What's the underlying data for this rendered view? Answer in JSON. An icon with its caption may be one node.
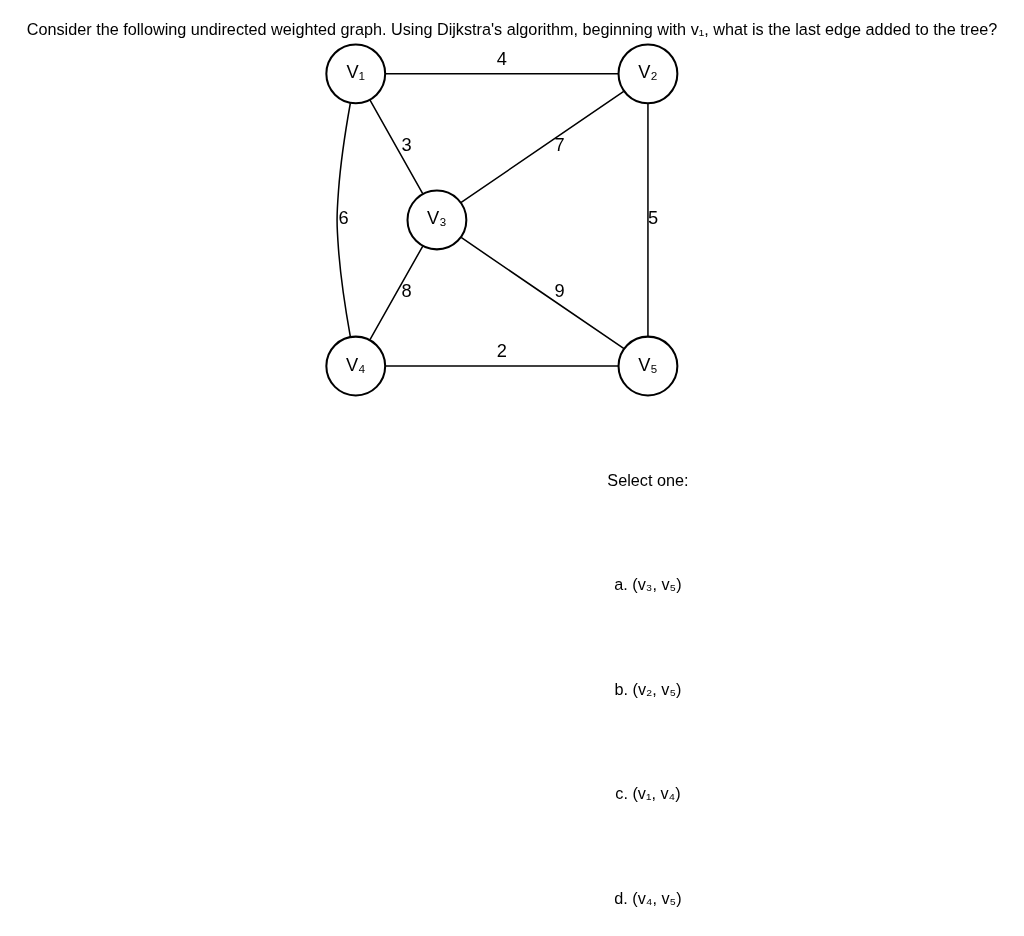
{
  "diagram": {
    "title": "Consider the following undirected weighted graph. Using Dijkstra's algorithm, beginning with v₁, what is the last edge added to the tree?",
    "nodes": [
      {
        "text": [
          "V₁"
        ]
      },
      {
        "text": [
          "V₂"
        ]
      },
      {
        "text": [
          "V₃"
        ]
      },
      {
        "text": [
          "V₄"
        ]
      },
      {
        "text": [
          "V₅"
        ]
      }
    ],
    "edges": [
      {
        "from": 0,
        "to": 1,
        "arrow": "none",
        "label": "4"
      },
      {
        "from": 0,
        "to": 2,
        "arrow": "none",
        "label": "3"
      },
      {
        "from": 0,
        "to": 3,
        "arrow": "none",
        "label": "6"
      },
      {
        "from": 1,
        "to": 2,
        "arrow": "none",
        "label": "7"
      },
      {
        "from": 1,
        "to": 4,
        "arrow": "none",
        "label": "5"
      },
      {
        "from": 2,
        "to": 3,
        "arrow": "none",
        "label": "8"
      },
      {
        "from": 2,
        "to": 4,
        "arrow": "none",
        "label": "9"
      },
      {
        "from": 3,
        "to": 4,
        "arrow": "none",
        "label": "2"
      }
    ],
    "labels": [
      "Select one:",
      "a. (v₃, v₅)",
      "b. (v₂, v₅)",
      "c. (v₁, v₄)",
      "d. (v₄, v₅)"
    ]
  }
}
